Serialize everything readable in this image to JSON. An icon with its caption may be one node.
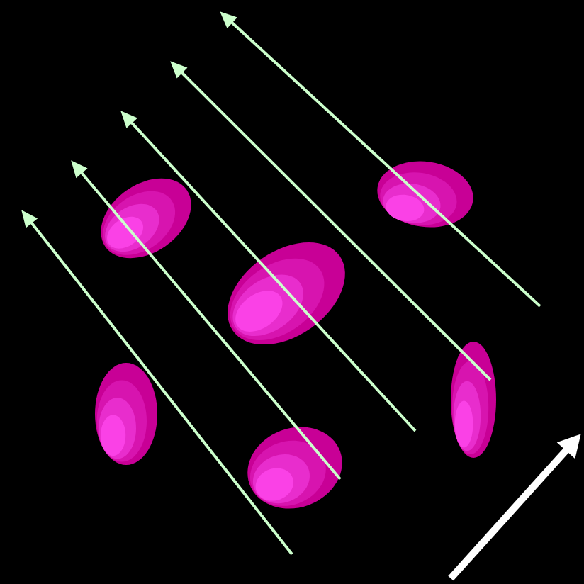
{
  "diagram": {
    "nodes": [
      {
        "text": [],
        "shape": "ellipse"
      },
      {
        "text": [],
        "shape": "ellipse"
      },
      {
        "text": [],
        "shape": "ellipse"
      },
      {
        "text": [],
        "shape": "ellipse"
      },
      {
        "text": [],
        "shape": "ellipse"
      },
      {
        "text": [],
        "shape": "ellipse"
      }
    ]
  }
}
